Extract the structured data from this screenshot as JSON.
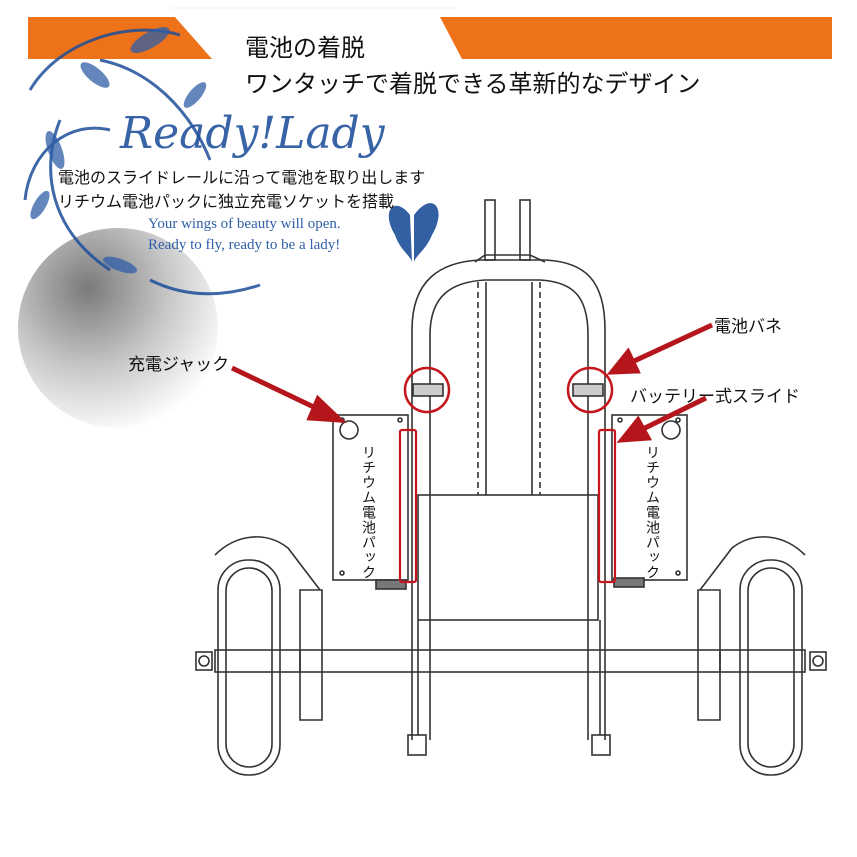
{
  "header": {
    "title": "電池の着脱",
    "subtitle": "ワンタッチで着脱できる革新的なデザイン",
    "accent_color": "#ee7219"
  },
  "description": {
    "line1": "電池のスライドレールに沿って電池を取り出します",
    "line2": "リチウム電池パックに独立充電ソケットを搭載"
  },
  "brand": {
    "logo_text": "Ready!Lady",
    "tagline1": "Your wings of beauty will open.",
    "tagline2": "Ready to fly, ready to be a lady!",
    "color": "#1d4e9a"
  },
  "callouts": {
    "charging_jack": "充電ジャック",
    "battery_spring": "電池バネ",
    "battery_slide": "バッテリー式スライド",
    "arrow_color": "#b5161b"
  },
  "diagram": {
    "pack_left_label": "リチウム電池パック",
    "pack_right_label": "リチウム電池パック"
  }
}
